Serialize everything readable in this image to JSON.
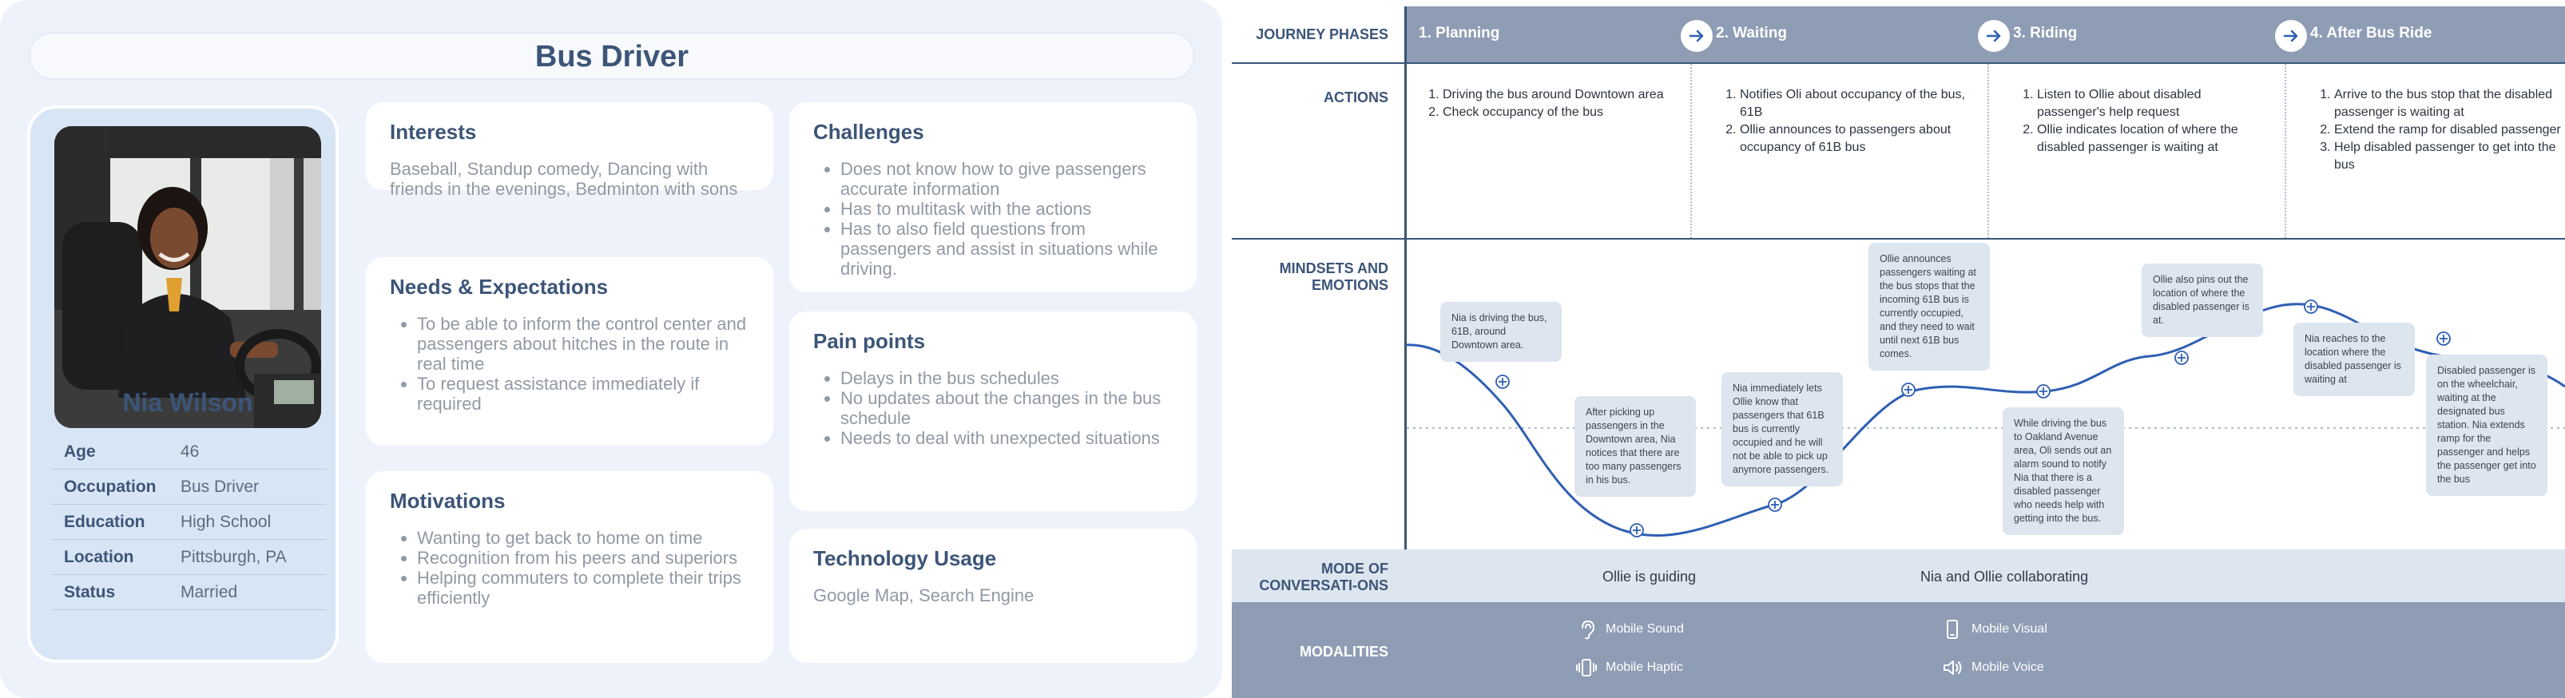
{
  "persona": {
    "title": "Bus Driver",
    "name": "Nia Wilson",
    "facts": [
      {
        "label": "Age",
        "value": "46"
      },
      {
        "label": "Occupation",
        "value": "Bus Driver"
      },
      {
        "label": "Education",
        "value": "High School"
      },
      {
        "label": "Location",
        "value": "Pittsburgh, PA"
      },
      {
        "label": "Status",
        "value": "Married"
      }
    ],
    "interests": {
      "title": "Interests",
      "text": "Baseball, Standup comedy, Dancing with friends in the evenings, Bedminton with sons"
    },
    "needs": {
      "title": "Needs & Expectations",
      "items": [
        "To be able to inform the control center and passengers about hitches in the route in real time",
        "To request assistance immediately if required"
      ]
    },
    "motivations": {
      "title": "Motivations",
      "items": [
        "Wanting to get back to home on time",
        "Recognition from his peers and superiors",
        "Helping commuters to complete their trips efficiently"
      ]
    },
    "challenges": {
      "title": "Challenges",
      "items": [
        "Does not know how to give passengers accurate information",
        "Has to multitask with the actions",
        "Has to also field questions from passengers and assist in situations while driving."
      ]
    },
    "pain_points": {
      "title": "Pain points",
      "items": [
        "Delays in the bus schedules",
        "No updates about the changes in the bus schedule",
        "Needs to deal with unexpected situations"
      ]
    },
    "technology": {
      "title": "Technology Usage",
      "text": "Google Map, Search Engine"
    }
  },
  "journey": {
    "row_labels": {
      "phases": "JOURNEY PHASES",
      "actions": "ACTIONS",
      "mindsets": "MINDSETS AND EMOTIONS",
      "mode": "MODE OF CONVERSATI-ONS",
      "modalities": "MODALITIES"
    },
    "phases": [
      {
        "name": "1. Planning",
        "actions": [
          "Driving the bus around Downtown area",
          "Check occupancy of the bus"
        ]
      },
      {
        "name": "2. Waiting",
        "actions": [
          "Notifies Oli about occupancy of the bus, 61B",
          "Ollie announces to passengers about occupancy of 61B bus"
        ]
      },
      {
        "name": "3. Riding",
        "actions": [
          "Listen to Ollie about disabled passenger's help request",
          "Ollie indicates location of where the disabled passenger is waiting at"
        ]
      },
      {
        "name": "4. After Bus Ride",
        "actions": [
          "Arrive to the bus stop that the disabled passenger is waiting at",
          "Extend the ramp for disabled passenger",
          "Help disabled passenger to get into the bus"
        ]
      }
    ],
    "emotion_notes": [
      "Nia is driving the bus, 61B, around Downtown area.",
      "After picking up passengers in the Downtown area, Nia notices that there are too many passengers in his bus.",
      "Nia immediately lets Ollie know that passengers that 61B bus is currently occupied and he will not be able to pick up anymore passengers.",
      "Ollie announces passengers waiting at the bus stops that the incoming 61B bus is currently occupied, and they need to wait until next 61B bus comes.",
      "While driving the bus to Oakland Avenue area, Oli sends out an alarm sound to notify Nia that there is a disabled passenger who needs help with getting into the bus.",
      "Ollie also pins out the location of where the disabled passenger is at.",
      "Nia reaches to the location where the disabled passenger is waiting at",
      "Disabled passenger is on the wheelchair, waiting at the designated bus station. Nia extends ramp for the passenger and helps the passenger get into the bus"
    ],
    "mode": [
      "Ollie is guiding",
      "Nia and Ollie collaborating"
    ],
    "modalities": [
      {
        "label": "Mobile Sound",
        "icon": "ear-icon"
      },
      {
        "label": "Mobile Haptic",
        "icon": "vibration-icon"
      },
      {
        "label": "Mobile Visual",
        "icon": "phone-icon"
      },
      {
        "label": "Mobile Voice",
        "icon": "speaker-icon"
      }
    ]
  },
  "colors": {
    "panel_bg": "#eef3fb",
    "accent": "#3c5578",
    "header_bg": "#8e9cb4",
    "note_bg": "#dde5ef",
    "curve": "#2f5fb3"
  }
}
